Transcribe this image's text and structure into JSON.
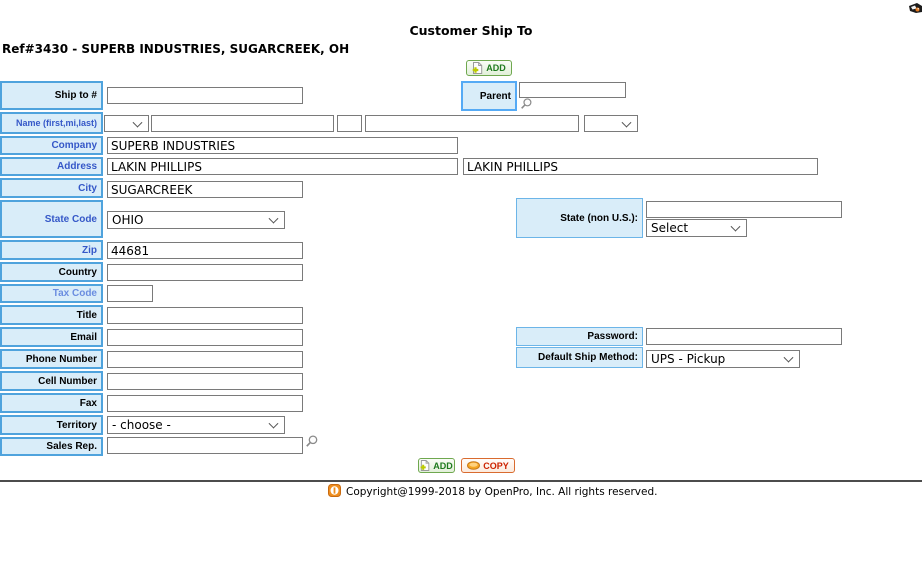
{
  "header": {
    "title": "Customer Ship To",
    "ref_line": "Ref#3430 - SUPERB INDUSTRIES, SUGARCREEK, OH"
  },
  "buttons": {
    "add": "ADD",
    "copy": "COPY"
  },
  "left": {
    "ship_to": {
      "label": "Ship to #",
      "value": ""
    },
    "name": {
      "label": "Name (first,mi,last)",
      "first": "",
      "mi": "",
      "last": ""
    },
    "company": {
      "label": "Company",
      "value": "SUPERB INDUSTRIES"
    },
    "address": {
      "label": "Address",
      "value1": "LAKIN PHILLIPS",
      "value2": "LAKIN PHILLIPS"
    },
    "city": {
      "label": "City",
      "value": "SUGARCREEK"
    },
    "state_code": {
      "label": "State Code",
      "value": "OHIO"
    },
    "zip": {
      "label": "Zip",
      "value": "44681"
    },
    "country": {
      "label": "Country",
      "value": ""
    },
    "tax_code": {
      "label": "Tax Code",
      "value": ""
    },
    "title": {
      "label": "Title",
      "value": ""
    },
    "email": {
      "label": "Email",
      "value": ""
    },
    "phone": {
      "label": "Phone Number",
      "value": ""
    },
    "cell": {
      "label": "Cell Number",
      "value": ""
    },
    "fax": {
      "label": "Fax",
      "value": ""
    },
    "territory": {
      "label": "Territory",
      "value": "- choose -"
    },
    "sales_rep": {
      "label": "Sales Rep.",
      "value": ""
    }
  },
  "right": {
    "parent": {
      "label": "Parent",
      "value": ""
    },
    "state_non_us": {
      "label": "State (non U.S.):",
      "value": "",
      "select_value": "Select"
    },
    "password": {
      "label": "Password:",
      "value": ""
    },
    "ship_method": {
      "label": "Default Ship Method:",
      "value": "UPS - Pickup"
    }
  },
  "footer": {
    "copyright": "Copyright@1999-2018 by OpenPro, Inc. All rights reserved."
  },
  "icons": {
    "add": "new-page-plus-icon",
    "copy": "coin-icon",
    "search": "magnifier-icon",
    "logo": "openpro-logo-icon",
    "corner": "cropped-corner-icon"
  },
  "colors": {
    "label_bg": "#d9edf9",
    "label_border": "#4fa3dd",
    "label_blue_text": "#3558c8",
    "label_light_blue_text": "#6a8de0",
    "add_green": "#1e7a1e",
    "copy_red": "#cc2200",
    "logo_orange": "#ef8e1e",
    "input_border": "#7a7a7a"
  }
}
